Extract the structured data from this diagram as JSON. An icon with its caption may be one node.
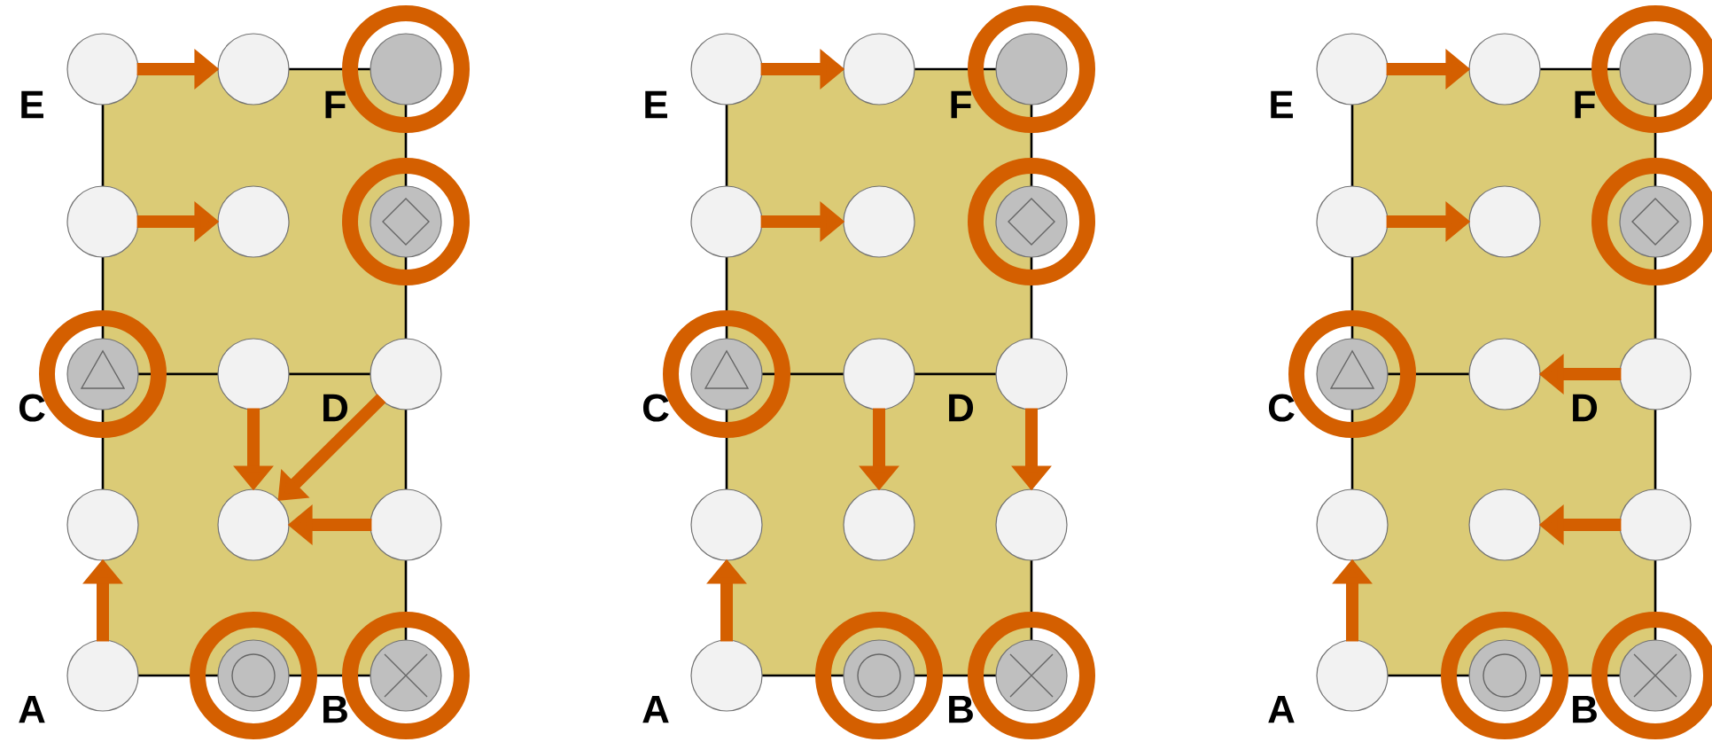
{
  "diagram": {
    "nodes": [
      {
        "text": [],
        "shape": "circle"
      },
      {
        "text": [],
        "shape": "circle"
      },
      {
        "text": [],
        "shape": "circle"
      },
      {
        "text": [],
        "shape": "circle"
      },
      {
        "text": [],
        "shape": "circle"
      },
      {
        "text": [],
        "shape": "circle"
      },
      {
        "text": [],
        "shape": "circle"
      },
      {
        "text": [],
        "shape": "circle"
      },
      {
        "text": [],
        "shape": "circle"
      },
      {
        "text": [],
        "shape": "circle"
      },
      {
        "text": [],
        "shape": "circle"
      },
      {
        "text": [],
        "shape": "circle"
      },
      {
        "text": [],
        "shape": "circle"
      },
      {
        "text": [],
        "shape": "circle"
      },
      {
        "text": [],
        "shape": "circle"
      },
      {
        "text": [],
        "shape": "circle"
      },
      {
        "text": [],
        "shape": "circle"
      },
      {
        "text": [],
        "shape": "circle"
      },
      {
        "text": [],
        "shape": "circle"
      },
      {
        "text": [],
        "shape": "circle"
      },
      {
        "text": [],
        "shape": "circle"
      },
      {
        "text": [],
        "shape": "circle"
      },
      {
        "text": [],
        "shape": "circle"
      },
      {
        "text": [],
        "shape": "circle"
      },
      {
        "text": [],
        "shape": "circle"
      },
      {
        "text": [],
        "shape": "circle"
      },
      {
        "text": [],
        "shape": "circle"
      },
      {
        "text": [],
        "shape": "circle"
      },
      {
        "text": [],
        "shape": "circle"
      },
      {
        "text": [],
        "shape": "circle"
      },
      {
        "text": [],
        "shape": "circle"
      },
      {
        "text": [],
        "shape": "circle"
      },
      {
        "text": [],
        "shape": "circle"
      },
      {
        "text": [],
        "shape": "circle"
      },
      {
        "text": [],
        "shape": "circle"
      },
      {
        "text": [],
        "shape": "circle"
      },
      {
        "text": [],
        "shape": "circle"
      },
      {
        "text": [],
        "shape": "circle"
      },
      {
        "text": [],
        "shape": "circle"
      },
      {
        "text": [],
        "shape": "circle"
      },
      {
        "text": [],
        "shape": "circle"
      },
      {
        "text": [],
        "shape": "circle"
      },
      {
        "text": [],
        "shape": "circle"
      },
      {
        "text": [],
        "shape": "circle"
      },
      {
        "text": [],
        "shape": "circle"
      }
    ],
    "edges": [
      {
        "from": 0,
        "to": 1,
        "arrow": "to"
      },
      {
        "from": 3,
        "to": 4,
        "arrow": "to"
      },
      {
        "from": 12,
        "to": 9,
        "arrow": "to"
      },
      {
        "from": 7,
        "to": 10,
        "arrow": "to"
      },
      {
        "from": 8,
        "to": 10,
        "arrow": "to"
      },
      {
        "from": 11,
        "to": 10,
        "arrow": "to"
      },
      {
        "from": 15,
        "to": 16,
        "arrow": "to"
      },
      {
        "from": 18,
        "to": 19,
        "arrow": "to"
      },
      {
        "from": 27,
        "to": 24,
        "arrow": "to"
      },
      {
        "from": 22,
        "to": 25,
        "arrow": "to"
      },
      {
        "from": 23,
        "to": 26,
        "arrow": "to"
      },
      {
        "from": 30,
        "to": 31,
        "arrow": "to"
      },
      {
        "from": 33,
        "to": 34,
        "arrow": "to"
      },
      {
        "from": 42,
        "to": 39,
        "arrow": "to"
      },
      {
        "from": 38,
        "to": 37,
        "arrow": "to"
      },
      {
        "from": 41,
        "to": 40,
        "arrow": "to"
      }
    ],
    "labels": [
      "E",
      "F",
      "C",
      "D",
      "A",
      "B",
      "E",
      "F",
      "C",
      "D",
      "A",
      "B",
      "E",
      "F",
      "C",
      "D",
      "A",
      "B"
    ]
  }
}
